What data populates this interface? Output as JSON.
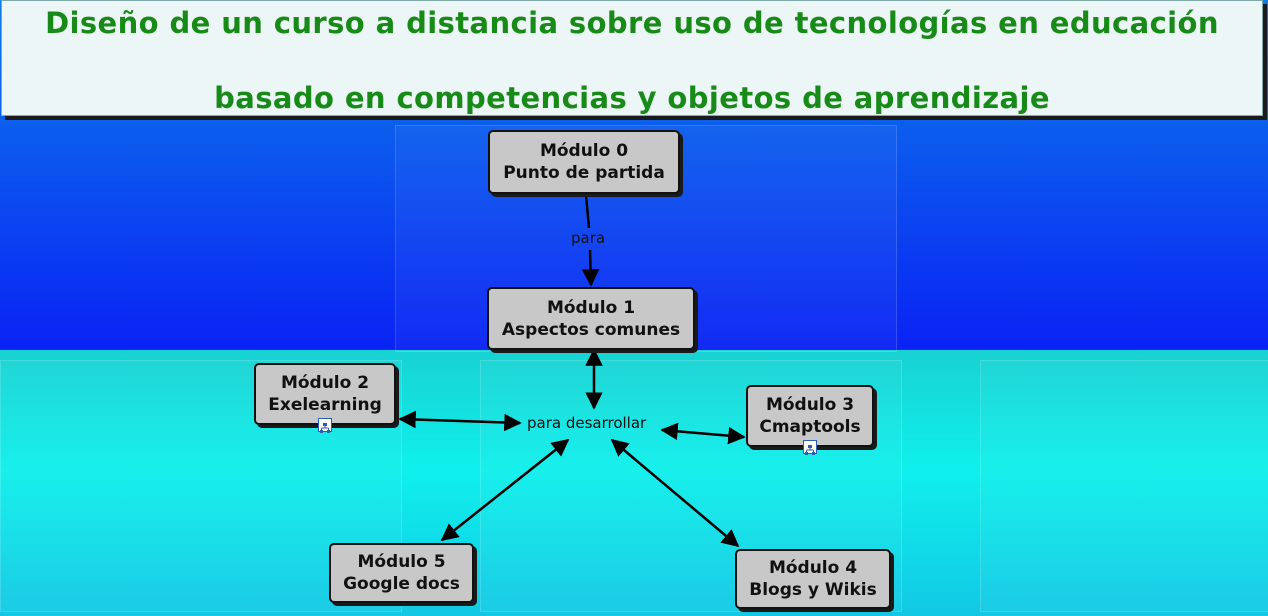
{
  "title": {
    "line1": "Diseño de un curso a distancia sobre uso de tecnologías en educación",
    "line2": "basado en competencias y objetos de aprendizaje"
  },
  "nodes": {
    "m0": {
      "title": "Módulo 0",
      "subtitle": "Punto de partida"
    },
    "m1": {
      "title": "Módulo 1",
      "subtitle": "Aspectos comunes"
    },
    "m2": {
      "title": "Módulo 2",
      "subtitle": "Exelearning"
    },
    "m3": {
      "title": "Módulo 3",
      "subtitle": "Cmaptools"
    },
    "m4": {
      "title": "Módulo 4",
      "subtitle": "Blogs y Wikis"
    },
    "m5": {
      "title": "Módulo 5",
      "subtitle": "Google docs"
    }
  },
  "link_labels": {
    "para": "para",
    "para_desarrollar": "para desarrollar"
  },
  "icons": {
    "node_resource": "concept-map-icon"
  },
  "colors": {
    "title_text": "#188a18",
    "title_bg": "#edf6f6",
    "node_bg": "#c8c8c8",
    "bg_top": "#0b4cf0",
    "bg_bottom": "#0ff0ec"
  }
}
